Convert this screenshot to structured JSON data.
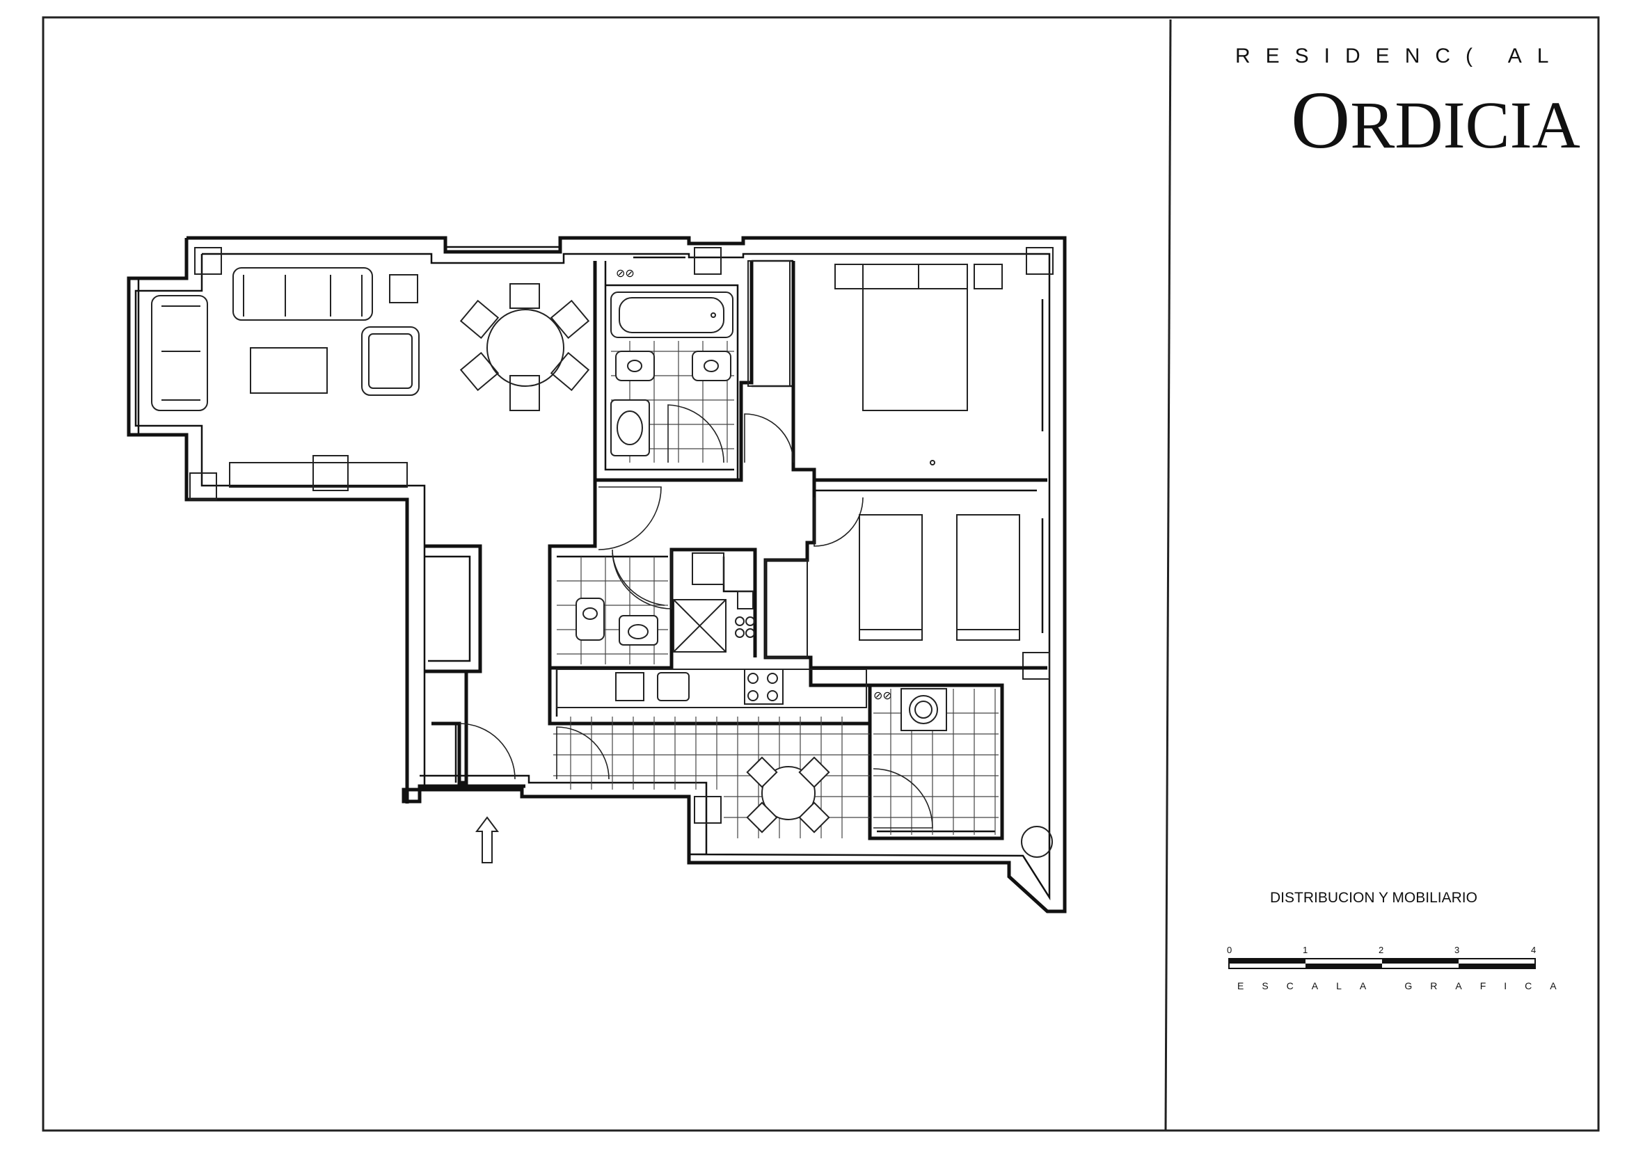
{
  "title_block": {
    "line1": "RESIDENC( AL",
    "brand_initial": "O",
    "brand_rest": "RDICIA",
    "subtitle": "DISTRIBUCION Y MOBILIARIO"
  },
  "scale": {
    "ticks": [
      "0",
      "1",
      "2",
      "3",
      "4"
    ],
    "caption": "ESCALA GRAFICA"
  }
}
